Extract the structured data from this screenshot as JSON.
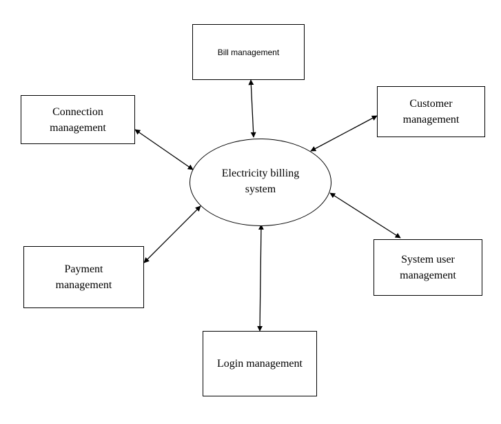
{
  "diagram": {
    "center": {
      "label": "Electricity billing\nsystem"
    },
    "nodes": {
      "bill": {
        "label": "Bill management"
      },
      "connection": {
        "label": "Connection\nmanagement"
      },
      "customer": {
        "label": "Customer\nmanagement"
      },
      "payment": {
        "label": "Payment\nmanagement"
      },
      "system_user": {
        "label": "System user\nmanagement"
      },
      "login": {
        "label": "Login management"
      }
    },
    "connectors": [
      {
        "from": "bill",
        "to": "center",
        "direction": "bidirectional"
      },
      {
        "from": "connection",
        "to": "center",
        "direction": "bidirectional"
      },
      {
        "from": "customer",
        "to": "center",
        "direction": "bidirectional"
      },
      {
        "from": "payment",
        "to": "center",
        "direction": "bidirectional"
      },
      {
        "from": "system_user",
        "to": "center",
        "direction": "bidirectional"
      },
      {
        "from": "login",
        "to": "center",
        "direction": "bidirectional"
      }
    ],
    "colors": {
      "line": "#000000",
      "background": "#ffffff"
    }
  }
}
